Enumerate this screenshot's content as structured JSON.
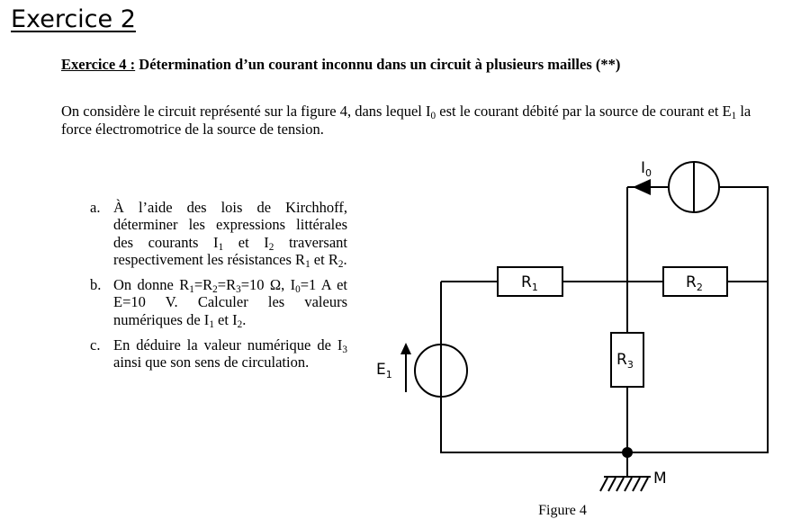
{
  "heading": "Exercice 2",
  "exercise": {
    "label": "Exercice 4 :",
    "title": " Détermination d’un courant inconnu dans un circuit à plusieurs mailles (**)"
  },
  "intro": {
    "p1": "On considère le circuit représenté sur la figure 4, dans lequel I",
    "i0_sub": "0",
    "p2": " est le courant débité par la source de courant et E",
    "e1_sub": "1",
    "p3": " la force électromotrice de la source de tension."
  },
  "questions": {
    "a": {
      "letter": "a.",
      "t1": "À l’aide des lois de Kirchhoff, déterminer les expressions littérales des courants I",
      "s1": "1",
      "t2": " et I",
      "s2": "2",
      "t3": " traversant respectivement les résistances R",
      "s3": "1",
      "t4": " et R",
      "s4": "2",
      "t5": "."
    },
    "b": {
      "letter": "b.",
      "t1": "On donne R",
      "s1": "1",
      "t2": "=R",
      "s2": "2",
      "t3": "=R",
      "s3": "3",
      "t4": "=10 Ω, I",
      "s4": "0",
      "t5": "=1 A et E=10 V. Calculer les valeurs numériques de I",
      "s5": "1",
      "t6": " et I",
      "s6": "2",
      "t7": "."
    },
    "c": {
      "letter": "c.",
      "t1": "En déduire la valeur numérique de I",
      "s1": "3",
      "t2": " ainsi que son sens de circulation."
    }
  },
  "circuit": {
    "i0": {
      "main": "I",
      "sub": "0"
    },
    "e1": {
      "main": "E",
      "sub": "1"
    },
    "r1": {
      "main": "R",
      "sub": "1"
    },
    "r2": {
      "main": "R",
      "sub": "2"
    },
    "r3": {
      "main": "R",
      "sub": "3"
    },
    "ground": "M"
  },
  "figure_caption": "Figure 4"
}
